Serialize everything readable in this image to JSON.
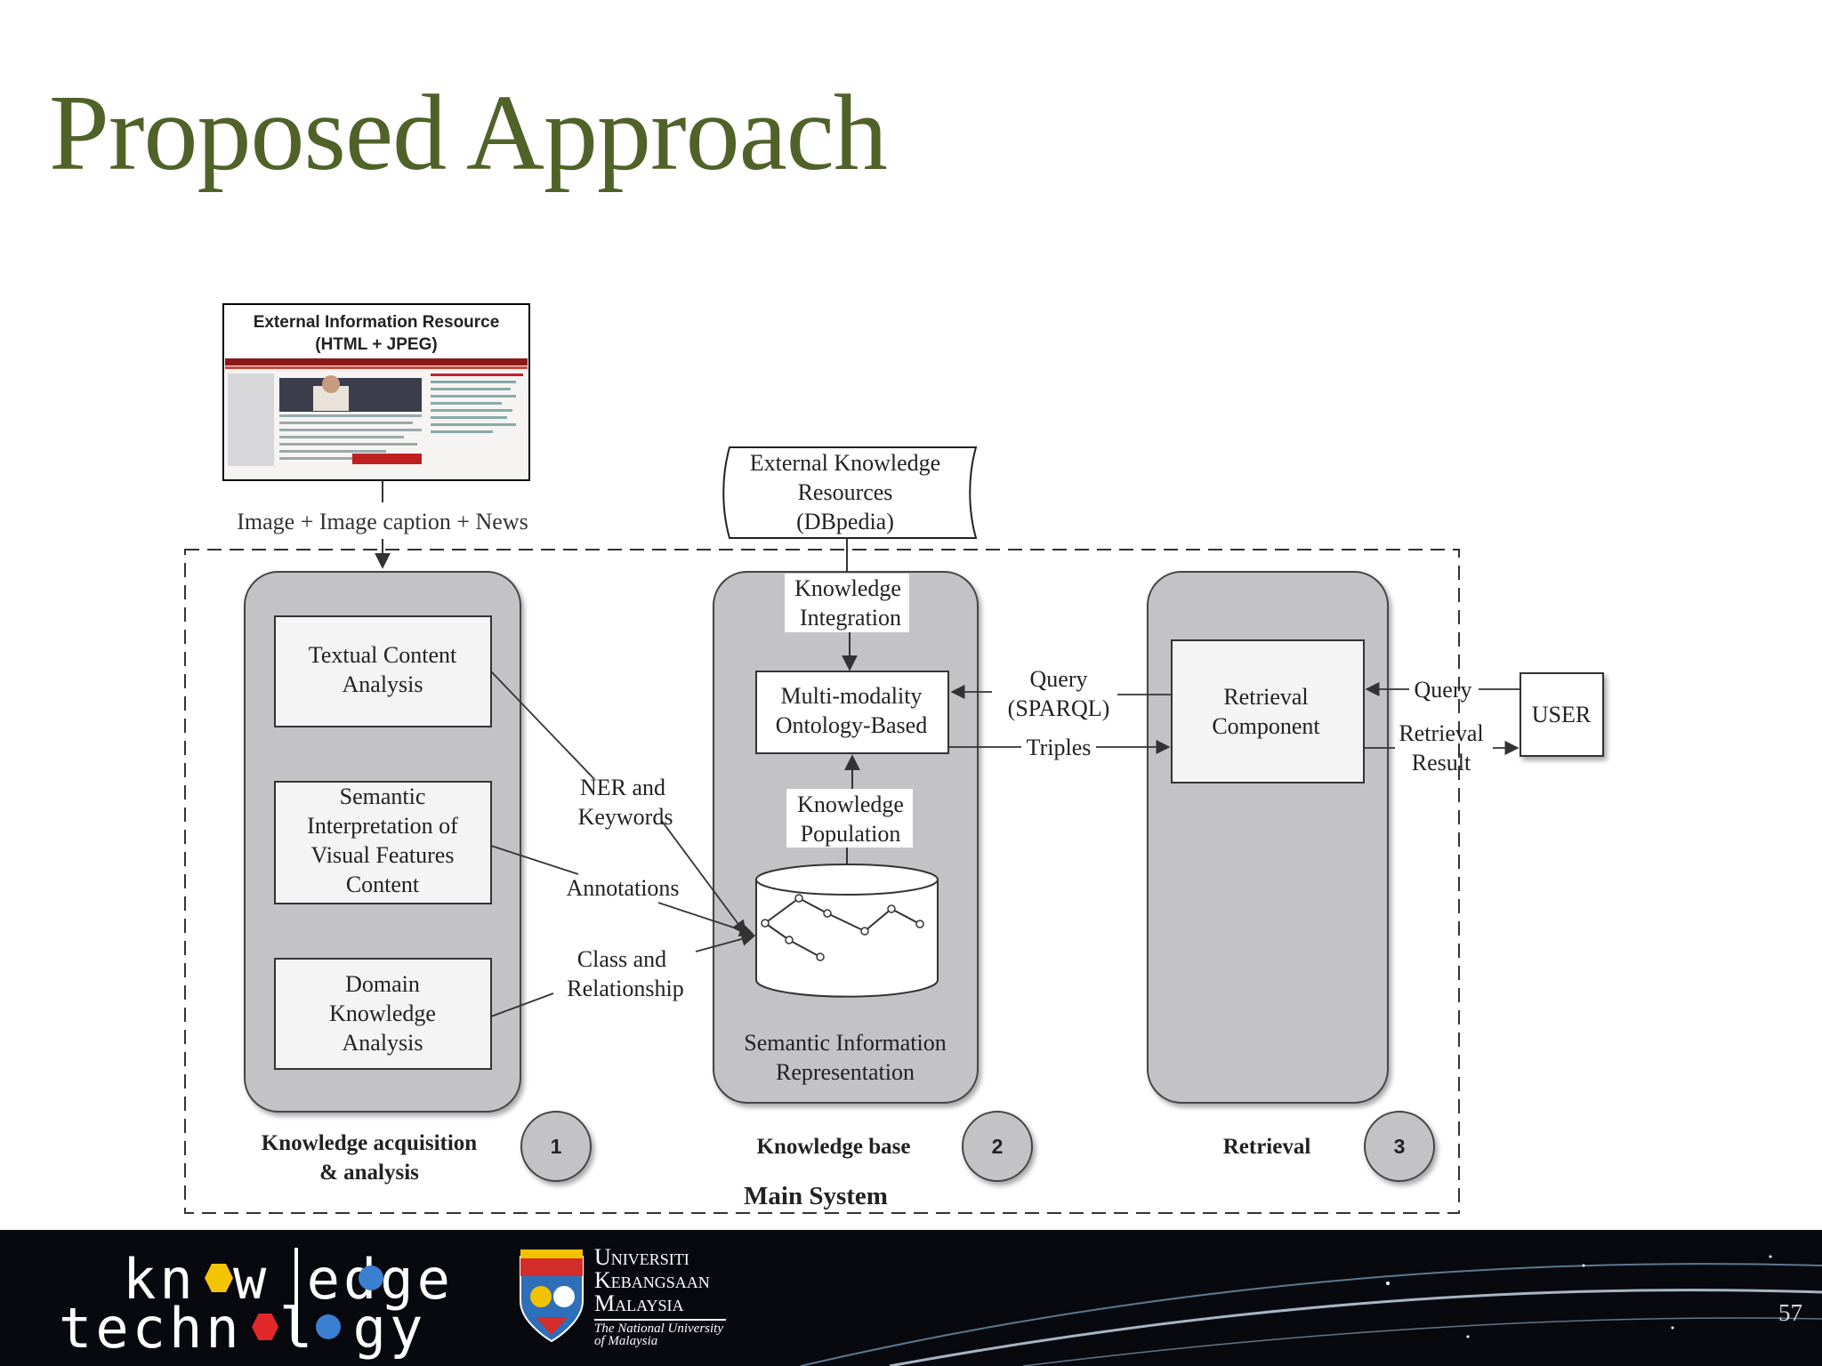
{
  "title": "Proposed Approach",
  "page_number": "57",
  "external_resource": {
    "title_line1": "External Information Resource",
    "title_line2": "(HTML + JPEG)",
    "flow_label": "Image + Image caption + News"
  },
  "external_knowledge": {
    "line1": "External Knowledge",
    "line2": "Resources",
    "line3": "(DBpedia)"
  },
  "module1": {
    "box1": [
      "Textual Content",
      "Analysis"
    ],
    "box2": [
      "Semantic",
      "Interpretation of",
      "Visual Features",
      "Content"
    ],
    "box3": [
      "Domain",
      "Knowledge",
      "Analysis"
    ],
    "caption": [
      "Knowledge acquisition",
      "& analysis"
    ],
    "number": "1"
  },
  "connectors": {
    "ner": [
      "NER and",
      "Keywords"
    ],
    "annotations": "Annotations",
    "class_rel": [
      "Class and",
      "Relationship"
    ]
  },
  "module2": {
    "knowledge_integration": [
      "Knowledge",
      "Integration"
    ],
    "ontology": [
      "Multi-modality",
      "Ontology-Based"
    ],
    "knowledge_population": [
      "Knowledge",
      "Population"
    ],
    "label": [
      "Semantic Information",
      "Representation"
    ],
    "caption": "Knowledge base",
    "number": "2"
  },
  "links": {
    "query_sparql": [
      "Query",
      "(SPARQL)"
    ],
    "triples": "Triples",
    "query": "Query",
    "retrieval_result": [
      "Retrieval",
      "Result"
    ]
  },
  "module3": {
    "component": [
      "Retrieval",
      "Component"
    ],
    "caption": "Retrieval",
    "number": "3"
  },
  "user": "USER",
  "main_system": "Main System",
  "footer": {
    "logo_line1": "kn w edge",
    "logo_line2": "techn  l  gy",
    "uni_name": [
      "Universiti",
      "Kebangsaan",
      "Malaysia"
    ],
    "uni_tagline": [
      "The National University",
      "of Malaysia"
    ]
  }
}
